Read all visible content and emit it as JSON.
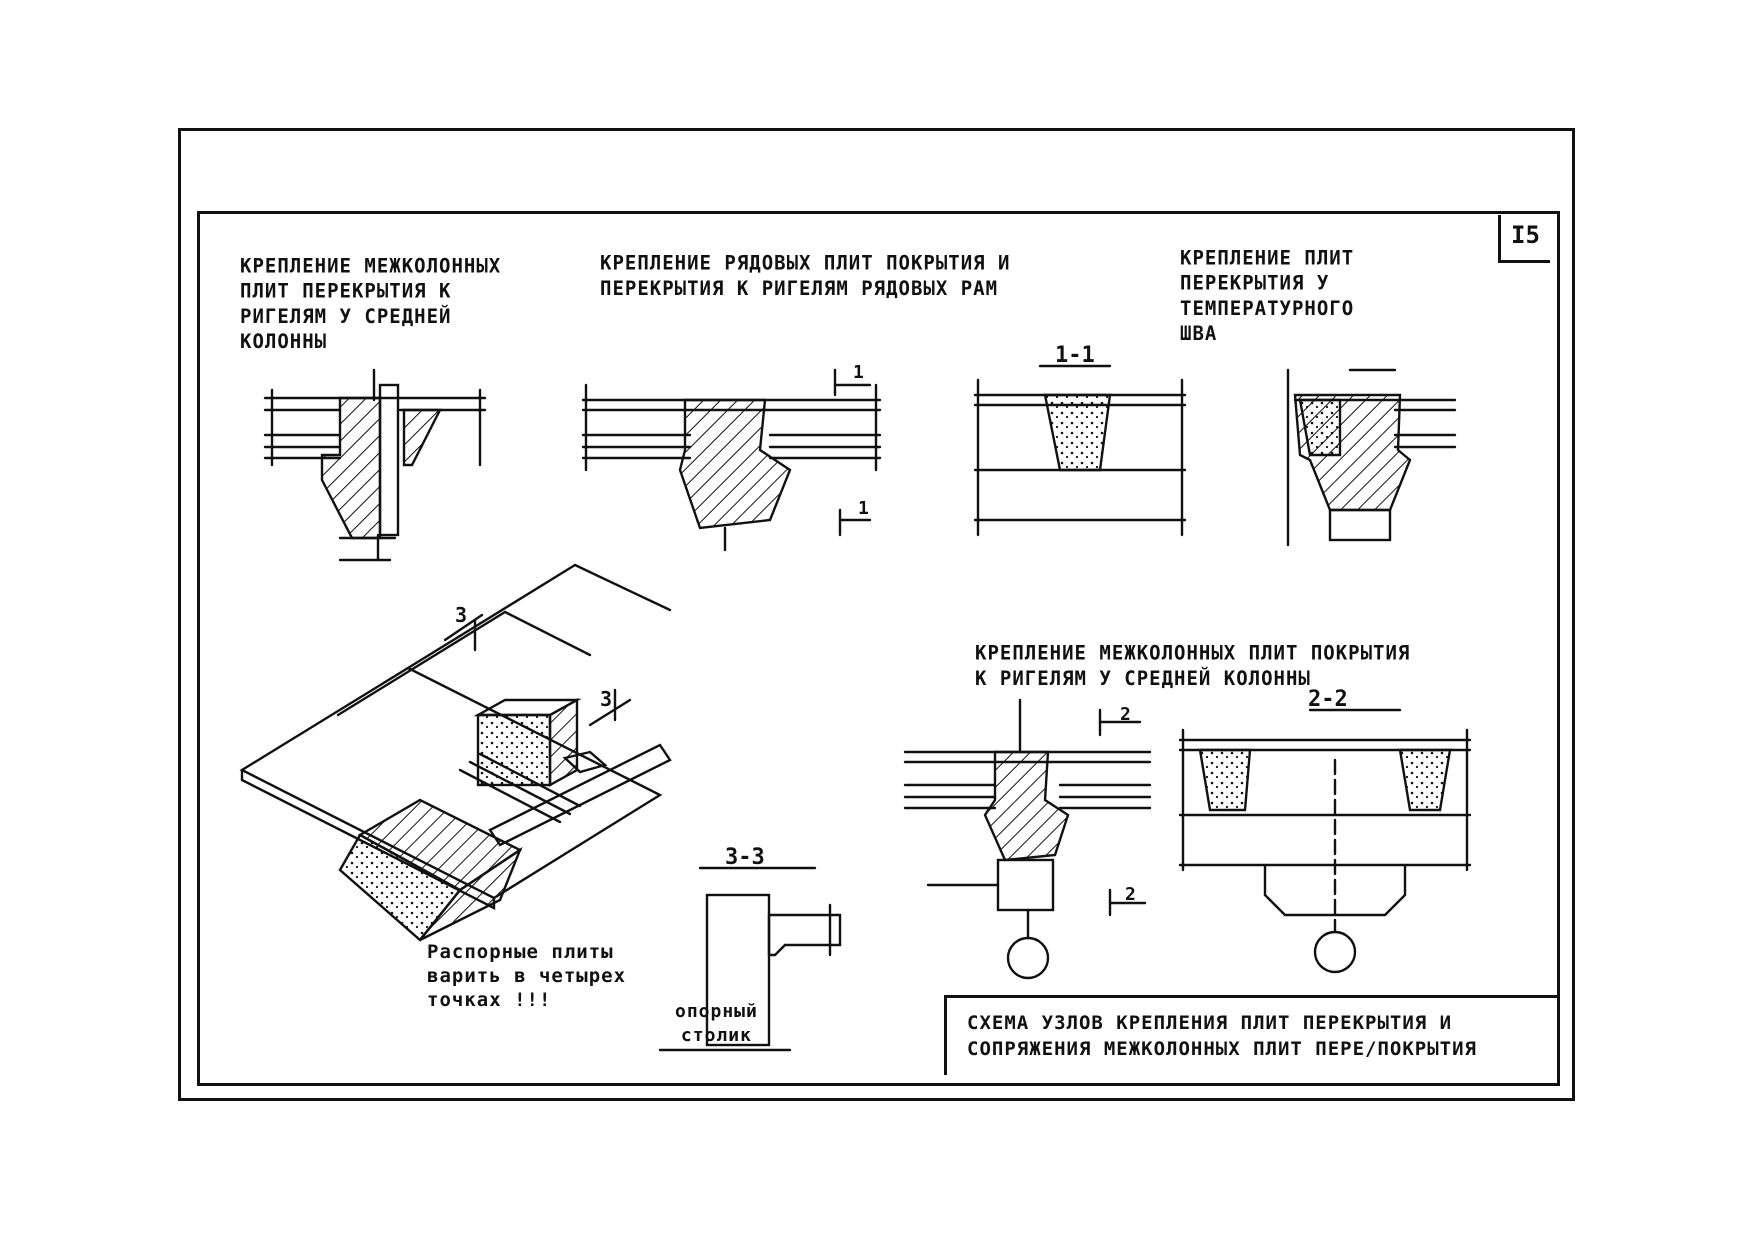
{
  "sheet_number": "I5",
  "captions": {
    "node_left": "КРЕПЛЕНИЕ МЕЖКОЛОННЫХ\nПЛИТ ПЕРЕКРЫТИЯ К\nРИГЕЛЯМ У СРЕДНЕЙ\nКОЛОННЫ",
    "node_middle": "КРЕПЛЕНИЕ РЯДОВЫХ ПЛИТ ПОКРЫТИЯ И\nПЕРЕКРЫТИЯ К РИГЕЛЯМ РЯДОВЫХ РАМ",
    "node_right": "КРЕПЛЕНИЕ ПЛИТ\nПЕРЕКРЫТИЯ У\nТЕМПЕРАТУРНОГО\nШВА",
    "node_bottom": "КРЕПЛЕНИЕ МЕЖКОЛОННЫХ ПЛИТ ПОКРЫТИЯ\nК РИГЕЛЯМ У СРЕДНЕЙ КОЛОННЫ"
  },
  "section_labels": {
    "s1_1": "1-1",
    "s2_2": "2-2",
    "s3_3": "3-3",
    "mark_1": "1",
    "mark_2": "2",
    "mark_3": "3"
  },
  "note": "Распорные плиты\nварить в четырех\nточках !!!",
  "support_label": "опорный\nстолик",
  "title": {
    "line1": "СХЕМА УЗЛОВ КРЕПЛЕНИЯ ПЛИТ ПЕРЕКРЫТИЯ И",
    "line2": "СОПРЯЖЕНИЯ МЕЖКОЛОННЫХ ПЛИТ ПЕРЕ/ПОКРЫТИЯ"
  }
}
